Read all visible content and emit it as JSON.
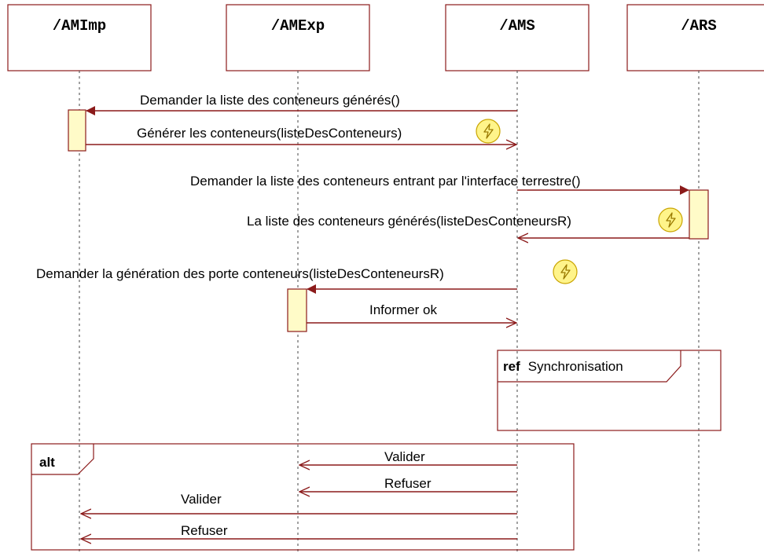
{
  "lifelines": [
    {
      "id": "amimp",
      "title": "/AMImp"
    },
    {
      "id": "amexp",
      "title": "/AMExp"
    },
    {
      "id": "ams",
      "title": "/AMS"
    },
    {
      "id": "ars",
      "title": "/ARS"
    }
  ],
  "messages": [
    {
      "label": "Demander la liste des conteneurs générés()",
      "from": "ams",
      "to": "amimp",
      "kind": "call",
      "async_icon": false
    },
    {
      "label": "Générer les conteneurs(listeDesConteneurs)",
      "from": "amimp",
      "to": "ams",
      "kind": "return",
      "async_icon": true
    },
    {
      "label": "Demander la liste des conteneurs entrant par l'interface terrestre()",
      "from": "ams",
      "to": "ars",
      "kind": "call",
      "async_icon": false
    },
    {
      "label": "La liste des conteneurs générés(listeDesConteneursR)",
      "from": "ars",
      "to": "ams",
      "kind": "return",
      "async_icon": true
    },
    {
      "label": "Demander la génération des porte conteneurs(listeDesConteneursR)",
      "from": "ams",
      "to": "amexp",
      "kind": "call",
      "async_icon": true
    },
    {
      "label": "Informer ok",
      "from": "amexp",
      "to": "ams",
      "kind": "return",
      "async_icon": false
    },
    {
      "label": "Valider",
      "from": "ams",
      "to": "amexp",
      "kind": "return",
      "async_icon": false
    },
    {
      "label": "Refuser",
      "from": "ams",
      "to": "amexp",
      "kind": "return",
      "async_icon": false
    },
    {
      "label": "Valider",
      "from": "ams",
      "to": "amimp",
      "kind": "return",
      "async_icon": false
    },
    {
      "label": "Refuser",
      "from": "ams",
      "to": "amimp",
      "kind": "return",
      "async_icon": false
    }
  ],
  "frames": {
    "ref": {
      "keyword": "ref",
      "name": "Synchronisation"
    },
    "alt": {
      "keyword": "alt"
    }
  },
  "colors": {
    "line": "#8b1a1a",
    "activation_fill": "#fffbc8",
    "async_icon_fill": "#fff48a"
  }
}
